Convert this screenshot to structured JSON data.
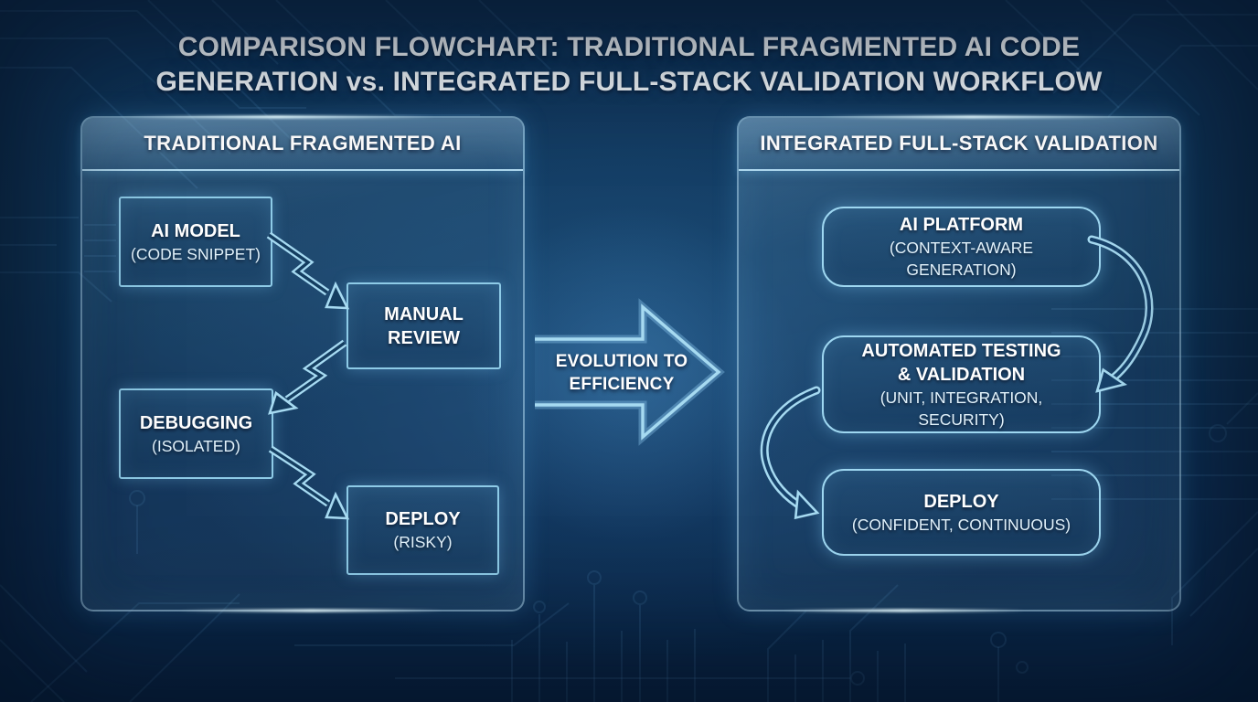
{
  "title": {
    "line1": "COMPARISON FLOWCHART: TRADITIONAL FRAGMENTED AI CODE",
    "line2": "GENERATION vs. INTEGRATED FULL-STACK VALIDATION WORKFLOW"
  },
  "left_panel": {
    "header": "TRADITIONAL FRAGMENTED AI",
    "nodes": [
      {
        "label": "AI MODEL",
        "sublabel": "(CODE SNIPPET)"
      },
      {
        "label": "MANUAL REVIEW",
        "sublabel": ""
      },
      {
        "label": "DEBUGGING",
        "sublabel": "(ISOLATED)"
      },
      {
        "label": "DEPLOY",
        "sublabel": "(RISKY)"
      }
    ],
    "connector_style": "lightning-bolt-arrows"
  },
  "center_arrow": {
    "label_line1": "EVOLUTION TO",
    "label_line2": "EFFICIENCY",
    "direction": "right"
  },
  "right_panel": {
    "header": "INTEGRATED FULL-STACK VALIDATION",
    "nodes": [
      {
        "label": "AI PLATFORM",
        "sublabel": "(CONTEXT-AWARE GENERATION)"
      },
      {
        "label": "AUTOMATED TESTING & VALIDATION",
        "sublabel": "(UNIT, INTEGRATION, SECURITY)"
      },
      {
        "label": "DEPLOY",
        "sublabel": "(CONFIDENT, CONTINUOUS)"
      }
    ],
    "connector_style": "smooth-curved-arrows"
  },
  "colors": {
    "background": "#0c2d50",
    "accent_line": "#a6daf1",
    "panel_border": "#9ed7f1",
    "text_primary": "#ffffff",
    "text_secondary": "#e2f2fb",
    "circuit_trace": "#5b93c4"
  }
}
